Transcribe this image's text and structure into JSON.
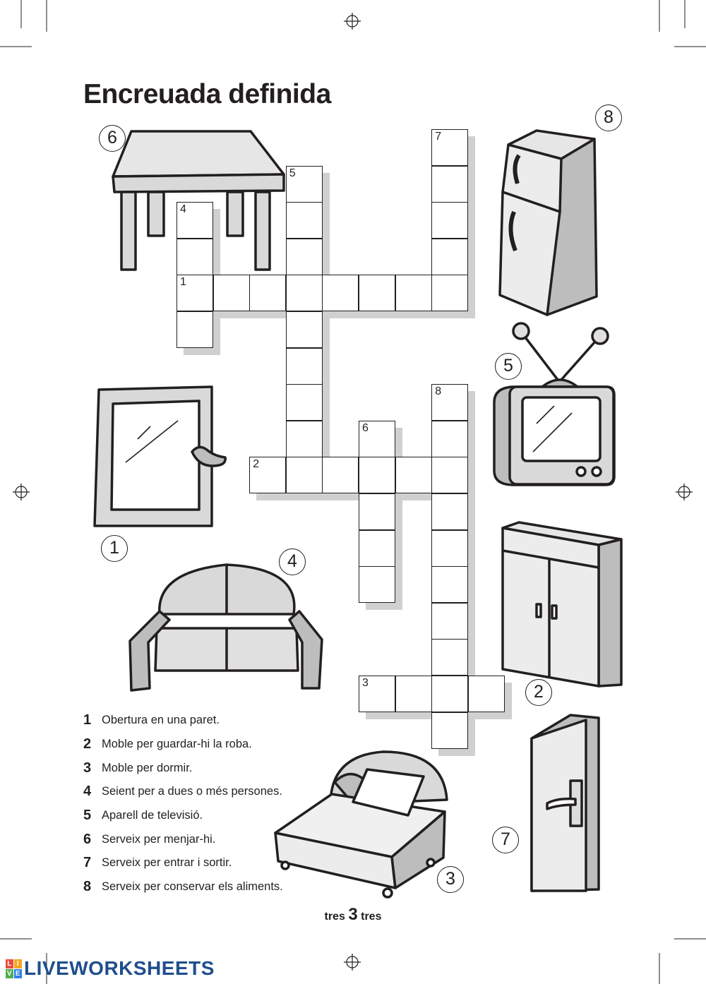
{
  "title": "Encreuada definida",
  "crossword": {
    "cells": [
      {
        "r": 0,
        "c": 7,
        "n": "7"
      },
      {
        "r": 1,
        "c": 3,
        "n": "5"
      },
      {
        "r": 1,
        "c": 7
      },
      {
        "r": 2,
        "c": 0,
        "n": "4"
      },
      {
        "r": 2,
        "c": 3
      },
      {
        "r": 2,
        "c": 7
      },
      {
        "r": 3,
        "c": 0
      },
      {
        "r": 3,
        "c": 3
      },
      {
        "r": 3,
        "c": 7
      },
      {
        "r": 4,
        "c": 0,
        "n": "1"
      },
      {
        "r": 4,
        "c": 1
      },
      {
        "r": 4,
        "c": 2
      },
      {
        "r": 4,
        "c": 3
      },
      {
        "r": 4,
        "c": 4
      },
      {
        "r": 4,
        "c": 5
      },
      {
        "r": 4,
        "c": 6
      },
      {
        "r": 4,
        "c": 7
      },
      {
        "r": 5,
        "c": 0
      },
      {
        "r": 5,
        "c": 3
      },
      {
        "r": 6,
        "c": 3
      },
      {
        "r": 7,
        "c": 3
      },
      {
        "r": 7,
        "c": 7,
        "n": "8"
      },
      {
        "r": 8,
        "c": 3
      },
      {
        "r": 8,
        "c": 5,
        "n": "6"
      },
      {
        "r": 8,
        "c": 7
      },
      {
        "r": 9,
        "c": 2,
        "n": "2"
      },
      {
        "r": 9,
        "c": 3
      },
      {
        "r": 9,
        "c": 4
      },
      {
        "r": 9,
        "c": 5
      },
      {
        "r": 9,
        "c": 6
      },
      {
        "r": 9,
        "c": 7
      },
      {
        "r": 10,
        "c": 5
      },
      {
        "r": 10,
        "c": 7
      },
      {
        "r": 11,
        "c": 5
      },
      {
        "r": 11,
        "c": 7
      },
      {
        "r": 12,
        "c": 5
      },
      {
        "r": 12,
        "c": 7
      },
      {
        "r": 13,
        "c": 7
      },
      {
        "r": 14,
        "c": 7
      },
      {
        "r": 15,
        "c": 5,
        "n": "3"
      },
      {
        "r": 15,
        "c": 6
      },
      {
        "r": 15,
        "c": 7
      },
      {
        "r": 15,
        "c": 8
      },
      {
        "r": 16,
        "c": 7
      }
    ]
  },
  "pictures": [
    {
      "num": "6",
      "icon": "table-icon"
    },
    {
      "num": "8",
      "icon": "fridge-icon"
    },
    {
      "num": "5",
      "icon": "tv-icon"
    },
    {
      "num": "1",
      "icon": "window-icon"
    },
    {
      "num": "4",
      "icon": "sofa-icon"
    },
    {
      "num": "2",
      "icon": "wardrobe-icon"
    },
    {
      "num": "7",
      "icon": "door-icon"
    },
    {
      "num": "3",
      "icon": "bed-icon"
    }
  ],
  "clues": [
    {
      "num": "1",
      "text": "Obertura en una paret."
    },
    {
      "num": "2",
      "text": "Moble per guardar-hi la roba."
    },
    {
      "num": "3",
      "text": "Moble per dormir."
    },
    {
      "num": "4",
      "text": "Seient per a dues o més persones."
    },
    {
      "num": "5",
      "text": "Aparell de televisió."
    },
    {
      "num": "6",
      "text": "Serveix per menjar-hi."
    },
    {
      "num": "7",
      "text": "Serveix per entrar i sortir."
    },
    {
      "num": "8",
      "text": "Serveix per conservar els aliments."
    }
  ],
  "page_number": {
    "left": "tres",
    "num": "3",
    "right": "tres"
  },
  "brand": {
    "text": "LIVEWORKSHEETS",
    "logo_letters": [
      "L",
      "I",
      "V",
      "E"
    ],
    "logo_colors": [
      "#e84c3d",
      "#f5a623",
      "#4caf50",
      "#2f80ed"
    ]
  },
  "colors": {
    "ink": "#231f20",
    "fill": "#d9d9d9",
    "shadow": "#d0d0d0"
  }
}
